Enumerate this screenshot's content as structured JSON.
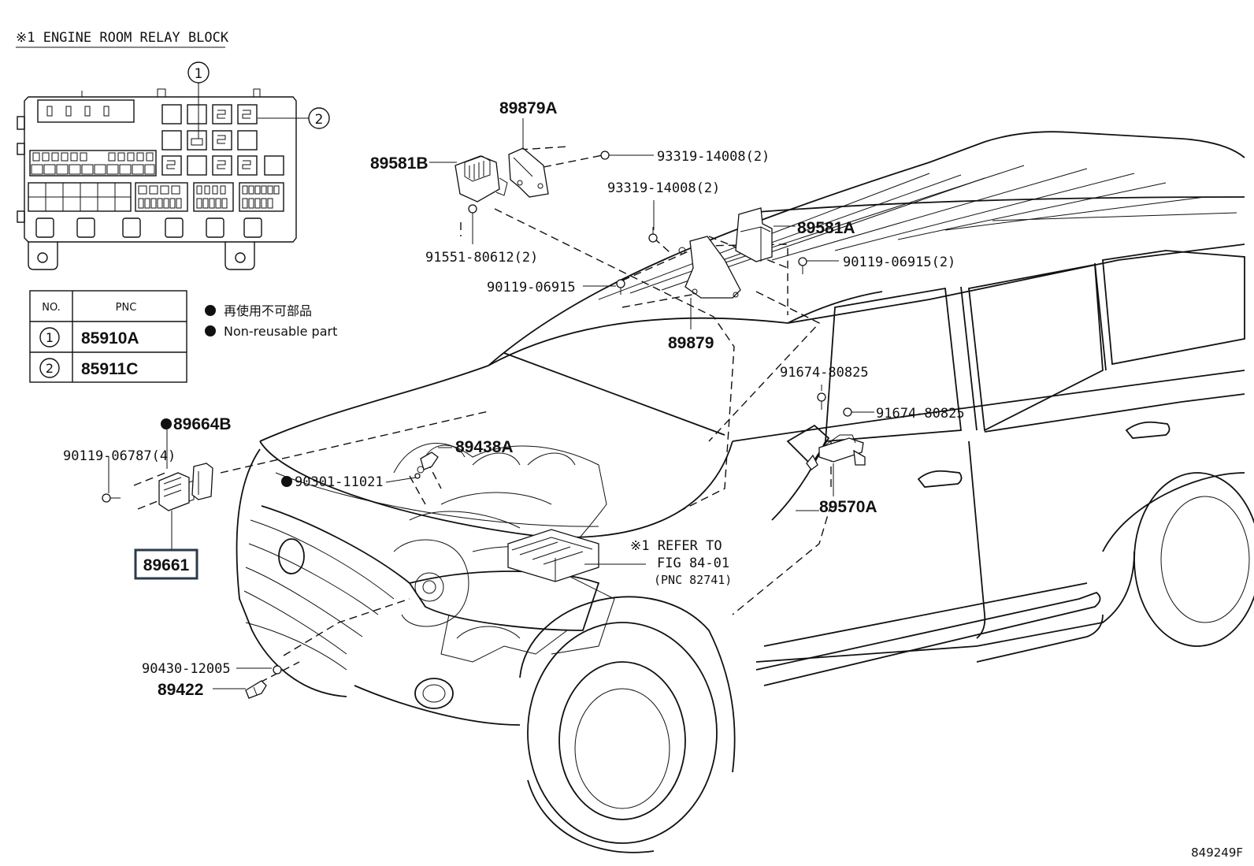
{
  "relay_block": {
    "title": "※1 ENGINE ROOM RELAY BLOCK",
    "callout_1": "1",
    "callout_2": "2"
  },
  "pnc_table": {
    "header_no": "NO.",
    "header_pnc": "PNC",
    "rows": [
      {
        "no": "1",
        "pnc": "85910A"
      },
      {
        "no": "2",
        "pnc": "85911C"
      }
    ]
  },
  "legend": {
    "jp": "再使用不可部品",
    "en": "Non-reusable part"
  },
  "parts": {
    "p89879A": "89879A",
    "p89581B": "89581B",
    "p93319_a": "93319-14008(2)",
    "p93319_b": "93319-14008(2)",
    "p89581A": "89581A",
    "p90119_06915_2": "90119-06915(2)",
    "p91551": "91551-80612(2)",
    "p90119_06915": "90119-06915",
    "p89879": "89879",
    "p91674_a": "91674-80825",
    "p91674_b": "91674-80825",
    "p89570A": "89570A",
    "p89664B": "89664B",
    "p90119_06787": "90119-06787(4)",
    "p89438A": "89438A",
    "p90301": "90301-11021",
    "p89661": "89661",
    "refer_1": "※1 REFER TO",
    "refer_2": "FIG 84-01",
    "refer_3": "(PNC 82741)",
    "p90430": "90430-12005",
    "p89422": "89422"
  },
  "figure_id": "849249F",
  "colors": {
    "ink": "#111111",
    "highlight_box": "#2b3a4a"
  }
}
